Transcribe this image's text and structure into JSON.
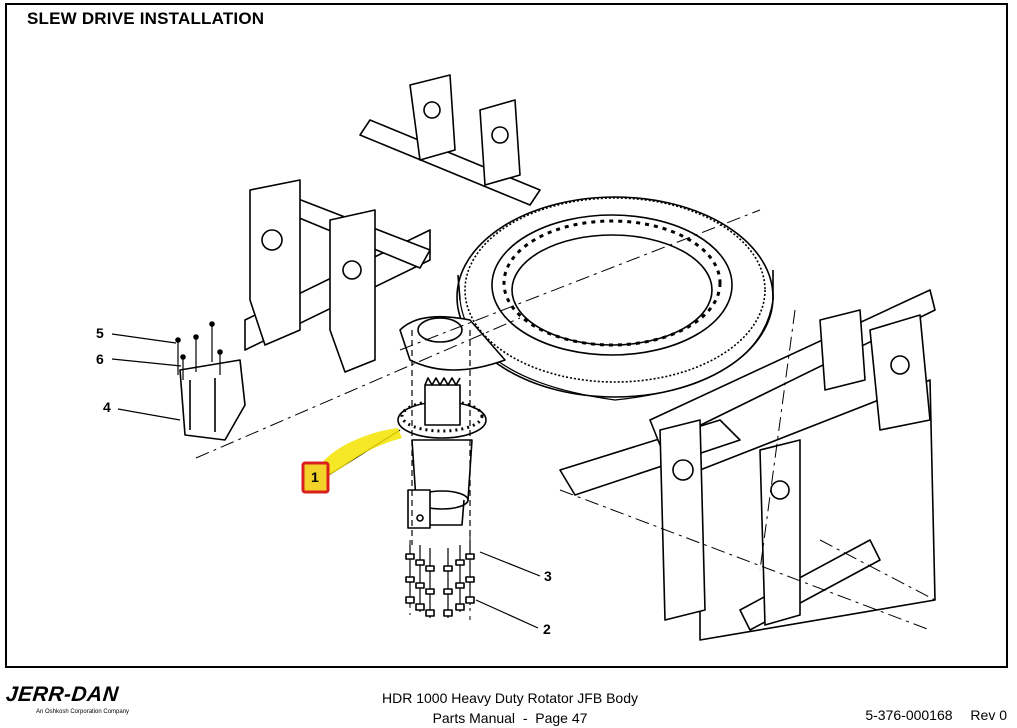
{
  "page": {
    "title": "SLEW DRIVE INSTALLATION"
  },
  "callouts": [
    {
      "id": "item-1",
      "label": "1"
    },
    {
      "id": "item-2",
      "label": "2"
    },
    {
      "id": "item-3",
      "label": "3"
    },
    {
      "id": "item-4",
      "label": "4"
    },
    {
      "id": "item-5",
      "label": "5"
    },
    {
      "id": "item-6",
      "label": "6"
    }
  ],
  "highlight": {
    "callout_label": "1",
    "highlight_color": "#f5e400",
    "box_color": "#d9201f"
  },
  "footer": {
    "brand": "JERR-DAN",
    "brand_tagline": "An Oshkosh Corporation Company",
    "line1": "HDR 1000 Heavy Duty Rotator JFB Body",
    "line2": "Parts Manual  -  Page 47",
    "doc_number": "5-376-000168",
    "revision": "Rev 0"
  }
}
